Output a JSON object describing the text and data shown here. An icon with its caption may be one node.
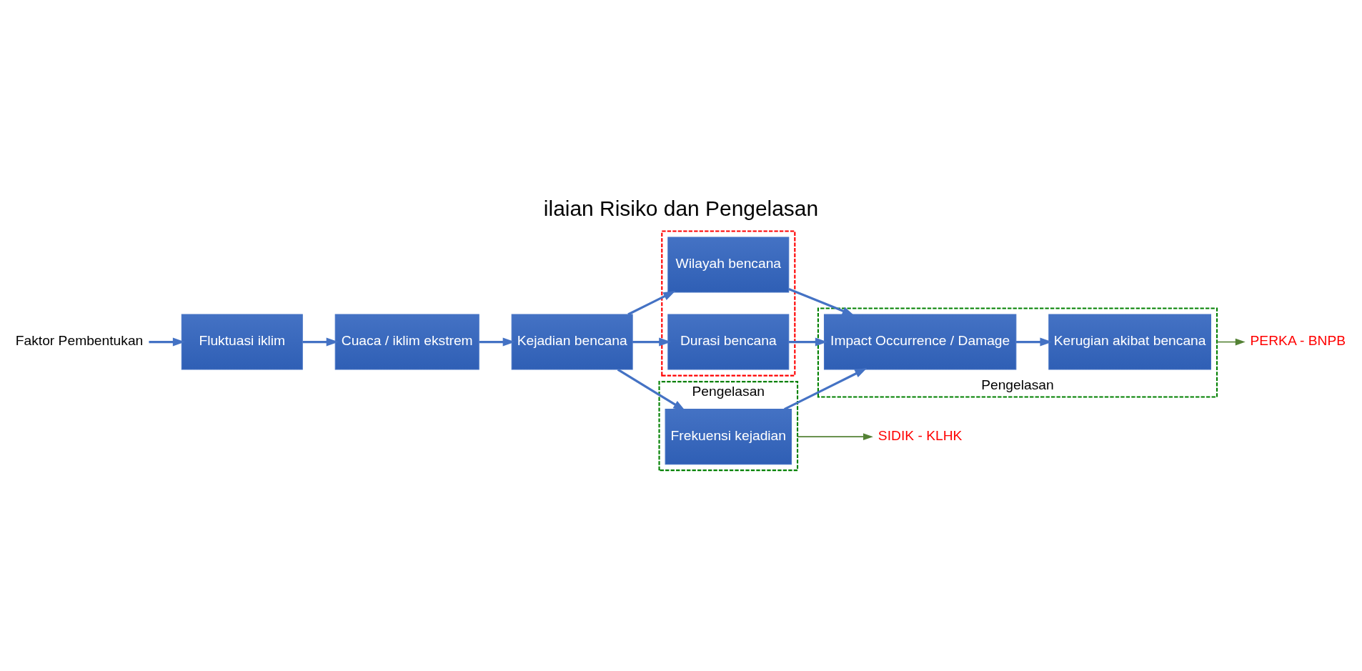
{
  "diagram": {
    "title": "ilaian Risiko dan Pengelasan",
    "nodes": [
      {
        "text": [
          "Faktor Pembentukan"
        ]
      },
      {
        "text": [
          "Fluktuasi iklim"
        ]
      },
      {
        "text": [
          "Cuaca / iklim ekstrem"
        ]
      },
      {
        "text": [
          "Kejadian bencana"
        ]
      },
      {
        "text": [
          "Pengelasan"
        ]
      },
      {
        "text": [
          "Frekuensi kejadian"
        ],
        "in": 4
      },
      {
        "text": [],
        "shape": "box"
      },
      {
        "text": [
          "Wilayah bencana"
        ],
        "in": 6
      },
      {
        "text": [
          "Durasi bencana"
        ],
        "in": 6
      },
      {
        "text": [
          "Pengelasan"
        ]
      },
      {
        "text": [
          "Kerugian akibat bencana"
        ],
        "in": 9
      },
      {
        "text": [
          "Impact Occurrence / Damage"
        ],
        "in": 9
      },
      {
        "text": [
          "SIDIK - KLHK"
        ]
      },
      {
        "text": [
          "PERKA - BNPB"
        ]
      }
    ],
    "edges": [
      {
        "from": 0,
        "to": 1,
        "arrow": "to"
      },
      {
        "from": 1,
        "to": 2,
        "arrow": "to"
      },
      {
        "from": 2,
        "to": 3,
        "arrow": "to"
      },
      {
        "from": 3,
        "to": 5,
        "arrow": "to"
      },
      {
        "from": 3,
        "to": 7,
        "arrow": "to"
      },
      {
        "from": 3,
        "to": 8,
        "arrow": "to"
      },
      {
        "from": 5,
        "to": 11,
        "arrow": "to"
      },
      {
        "from": 7,
        "to": 11,
        "arrow": "to"
      },
      {
        "from": 8,
        "to": 11,
        "arrow": "to"
      },
      {
        "from": 11,
        "to": 10,
        "arrow": "to"
      },
      {
        "from": 4,
        "to": 12,
        "arrow": "to",
        "color": "#548235"
      },
      {
        "from": 9,
        "to": 13,
        "arrow": "to",
        "color": "#548235"
      }
    ]
  }
}
